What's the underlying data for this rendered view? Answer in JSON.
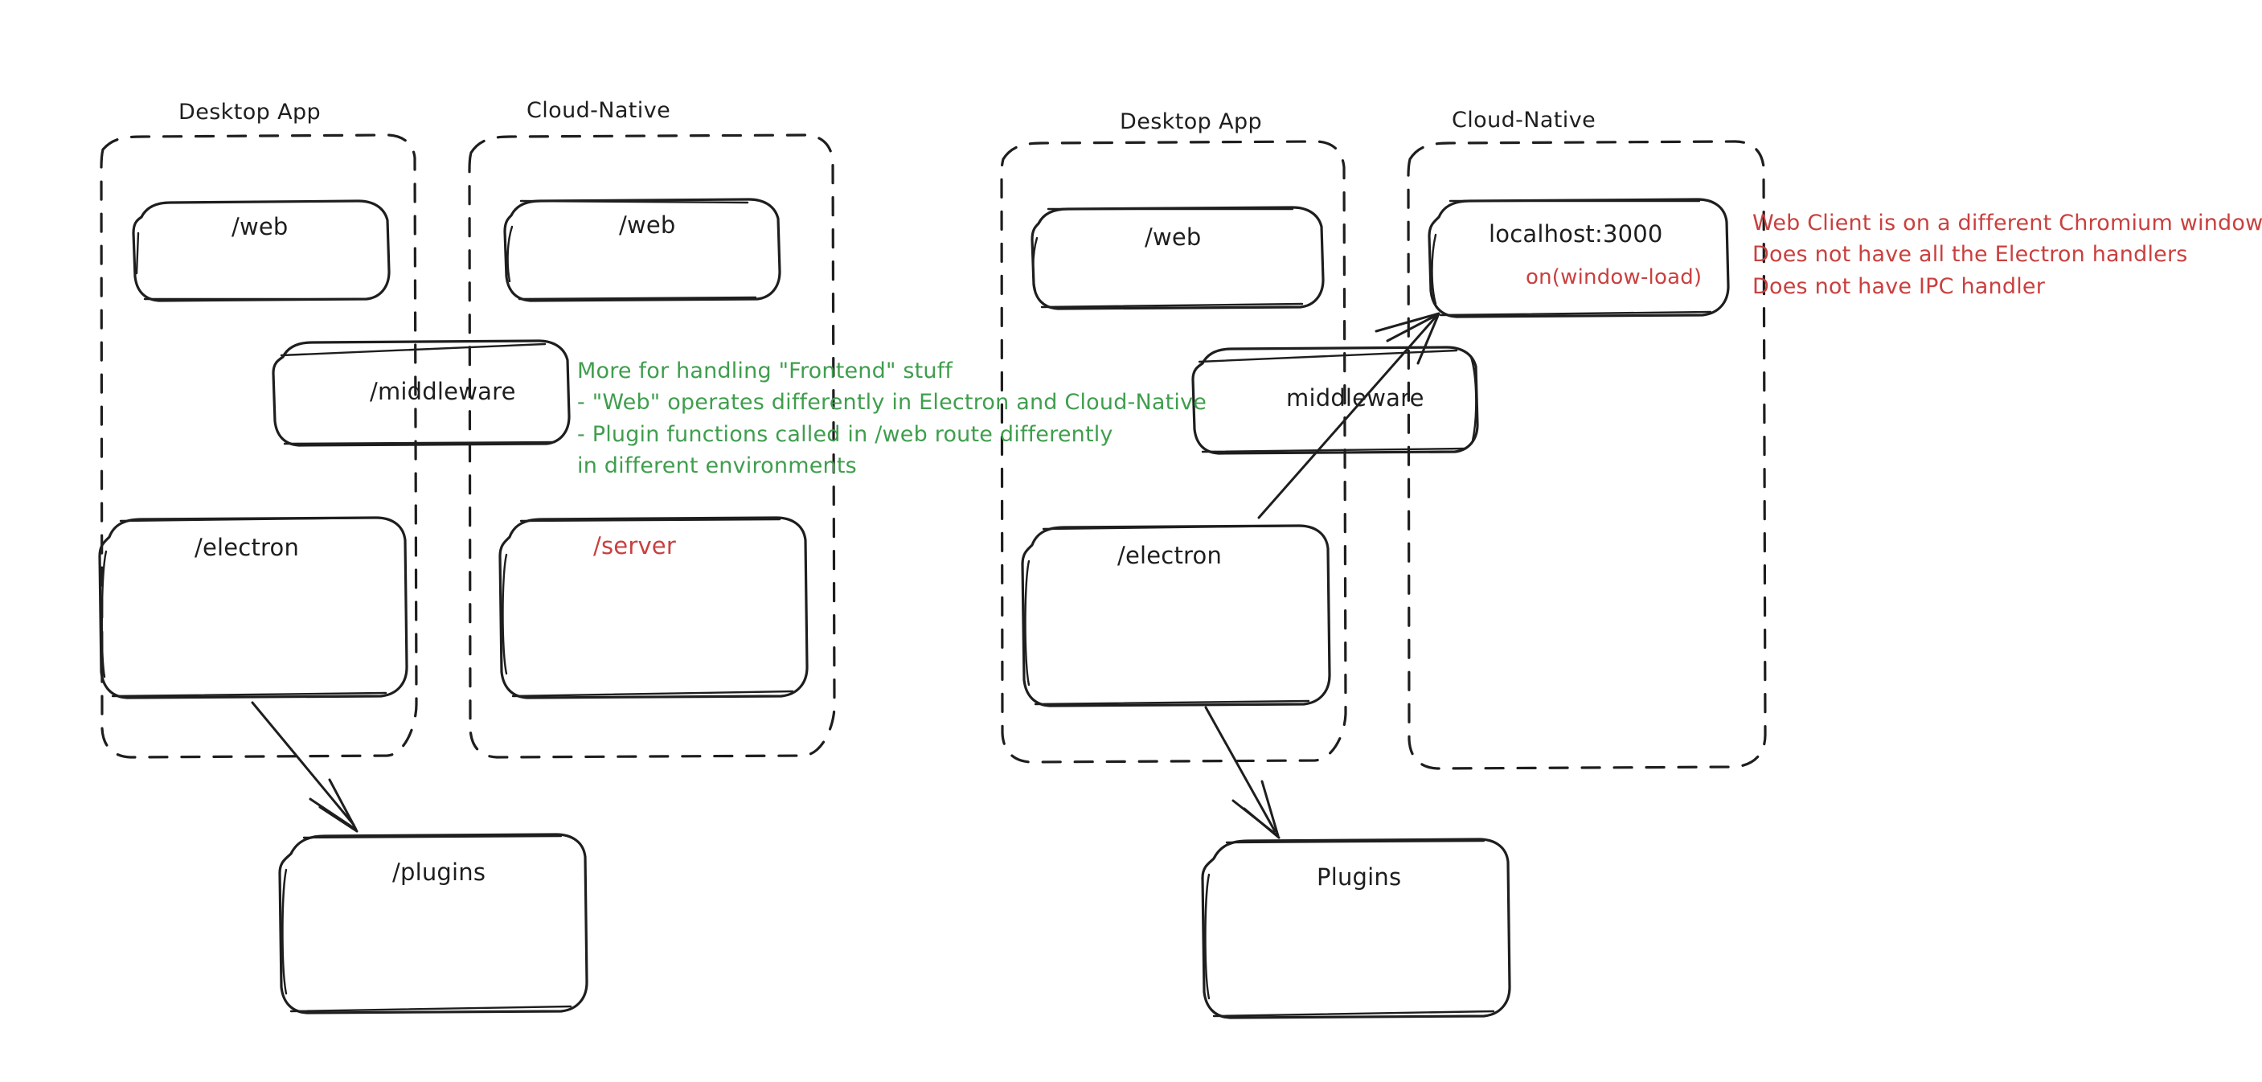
{
  "diagram": {
    "title_hidden": "",
    "colors": {
      "stroke": "#1e1e1e",
      "green": "#3f9e4d",
      "red": "#c9403f",
      "background": "#ffffff"
    },
    "left_diagram": {
      "groups": [
        {
          "label": "Desktop App",
          "style": "dashed"
        },
        {
          "label": "Cloud-Native",
          "style": "dashed"
        }
      ],
      "nodes": [
        {
          "label": "/web",
          "color": "#1e1e1e"
        },
        {
          "label": "/web",
          "color": "#1e1e1e"
        },
        {
          "label": "/middleware",
          "color": "#1e1e1e"
        },
        {
          "label": "/electron",
          "color": "#1e1e1e"
        },
        {
          "label": "/server",
          "color": "#c9403f"
        },
        {
          "label": "/plugins",
          "color": "#1e1e1e"
        }
      ],
      "annotation_green": "More for handling \"Frontend\" stuff\n- \"Web\" operates differently in Electron and Cloud-Native\n- Plugin functions called in /web route differently\nin different environments"
    },
    "right_diagram": {
      "groups": [
        {
          "label": "Desktop App",
          "style": "dashed"
        },
        {
          "label": "Cloud-Native",
          "style": "dashed"
        }
      ],
      "nodes": [
        {
          "label": "/web",
          "color": "#1e1e1e"
        },
        {
          "label": "localhost:3000",
          "sublabel": "on(window-load)",
          "color": "#1e1e1e",
          "sub_color": "#c9403f"
        },
        {
          "label": "middleware",
          "color": "#1e1e1e"
        },
        {
          "label": "/electron",
          "color": "#1e1e1e"
        },
        {
          "label": "Plugins",
          "color": "#1e1e1e"
        }
      ],
      "annotation_red": "Web Client is on a different Chromium window\nDoes not have all the Electron handlers\nDoes not have IPC handler"
    },
    "arrows": [
      {
        "name": "electron-to-plugins-left",
        "from": "/electron",
        "to": "/plugins"
      },
      {
        "name": "electron-to-plugins-right",
        "from": "/electron",
        "to": "Plugins"
      },
      {
        "name": "electron-to-localhost",
        "from": "/electron",
        "to": "localhost:3000"
      }
    ]
  }
}
